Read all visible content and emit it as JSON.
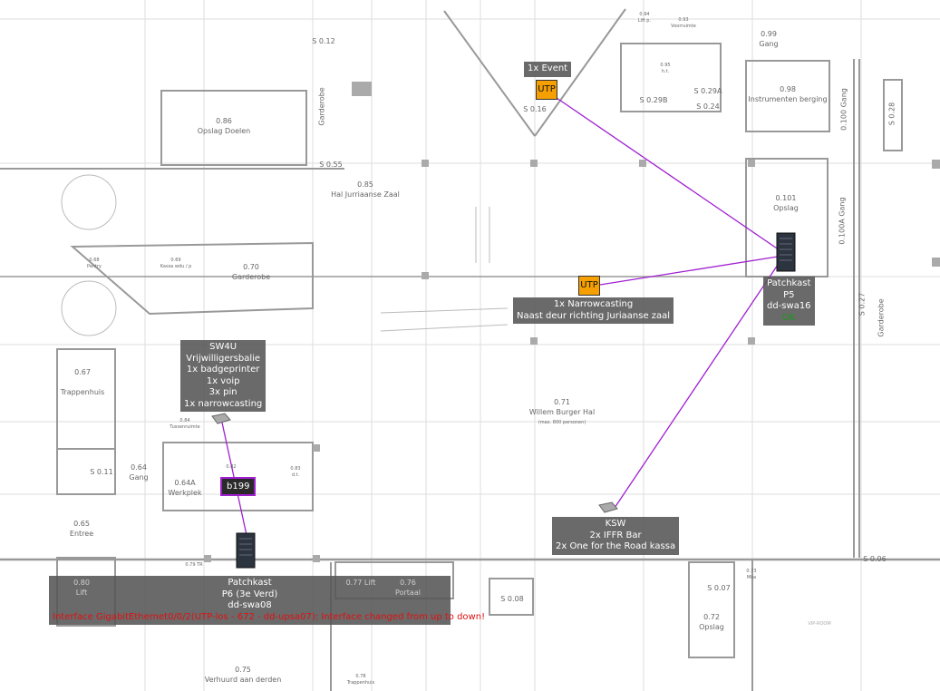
{
  "rooms": {
    "r086": "0.86",
    "r086n": "Opslag Doelen",
    "s012": "S 0.12",
    "gard1": "Garderobe",
    "s055": "S 0.55",
    "r085": "0.85",
    "r085n": "Hal Jurriaanse Zaal",
    "r070": "0.70",
    "r070n": "Garderobe",
    "r068": "0.68",
    "r068n": "Pantry",
    "r069": "0.69",
    "r069n": "Kassa wdu / p",
    "r067": "0.67",
    "r067n": "Trappenhuis",
    "r064": "0.64",
    "r064n": "Gang",
    "r064a": "0.64A",
    "r064an": "Werkplek",
    "s011": "S 0.11",
    "r065": "0.65",
    "r065n": "Entree",
    "r080": "0.80",
    "r080n": "Lift",
    "r082": "0.82",
    "r083": "0.83",
    "r083n": "d.t.",
    "r084": "0.84",
    "r084n": "Tussenruimte",
    "r079": "0.79 TR",
    "r071": "0.71",
    "r071n": "Willem Burger Hal",
    "r071s": "(max. 800 personen)",
    "r094": "0.94",
    "r094n": "Lift p.",
    "r093": "0.93",
    "r093n": "Voorruimte",
    "r095": "0.95",
    "r095n": "h.t.",
    "s029b": "S 0.29B",
    "s029a": "S 0.29A",
    "s024": "S 0.24",
    "s016": "S 0.16",
    "r099": "0.99",
    "r099n": "Gang",
    "r098": "0.98",
    "r098n": "Instrumenten berging",
    "r100": "0.100",
    "r100n": "Gang",
    "s028": "S 0.28",
    "r101": "0.101",
    "r101n": "Opslag",
    "r100a": "0.100A",
    "r100an": "Gang",
    "s027": "S 0.27",
    "gard2": "Garderobe",
    "r077": "0.77 Lift",
    "r076": "0.76",
    "r076n": "Portaal",
    "s008": "S 0.08",
    "s007": "S 0.07",
    "s006": "S 0.06",
    "r072": "0.72",
    "r072n": "Opslag",
    "r073": "0.73",
    "r073n": "Mka",
    "r075": "0.75",
    "r075n": "Verhuurd aan derden",
    "r078": "0.78",
    "r078n": "Trappenhuis",
    "vip": "VIP-ROOM"
  },
  "nodes": {
    "event": {
      "label": "1x Event",
      "badge": "UTP"
    },
    "narrowcasting": {
      "badge": "UTP",
      "line1": "1x Narrowcasting",
      "line2": "Naast deur richting Juriaanse zaal"
    },
    "p5": {
      "line1": "Patchkast",
      "line2": "P5",
      "line3": "dd-swa16",
      "status": "OK",
      "status_color": "#1a9a1a"
    },
    "sw4u": {
      "line1": "SW4U",
      "line2": "Vrijwilligersbalie",
      "line3": "1x badgeprinter",
      "line4": "1x voip",
      "line5": "3x pin",
      "line6": "1x narrowcasting"
    },
    "b199": {
      "label": "b199"
    },
    "p6": {
      "line1": "Patchkast",
      "line2": "P6 (3e Verd)",
      "line3": "dd-swa08",
      "alert": "Interface GigabitEthernet0/0/2(UTP-los - 672 - dd-upsa07): Interface changed from up to down!",
      "alert_color": "#e01010"
    },
    "ksw": {
      "line1": "KSW",
      "line2": "2x IFFR Bar",
      "line3": "2x One for the Road kassa"
    }
  },
  "colors": {
    "link": "#a020d0",
    "utp": "#f5a000"
  }
}
